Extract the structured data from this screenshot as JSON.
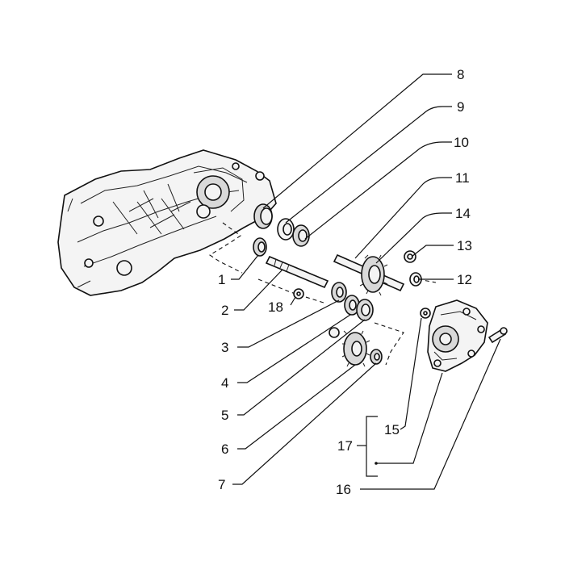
{
  "diagram": {
    "callouts": [
      {
        "id": "n1",
        "text": "1"
      },
      {
        "id": "n2",
        "text": "2"
      },
      {
        "id": "n3",
        "text": "3"
      },
      {
        "id": "n4",
        "text": "4"
      },
      {
        "id": "n5",
        "text": "5"
      },
      {
        "id": "n6",
        "text": "6"
      },
      {
        "id": "n7",
        "text": "7"
      },
      {
        "id": "n8",
        "text": "8"
      },
      {
        "id": "n9",
        "text": "9"
      },
      {
        "id": "n10",
        "text": "10"
      },
      {
        "id": "n11",
        "text": "11"
      },
      {
        "id": "n12",
        "text": "12"
      },
      {
        "id": "n13",
        "text": "13"
      },
      {
        "id": "n14",
        "text": "14"
      },
      {
        "id": "n15",
        "text": "15"
      },
      {
        "id": "n16",
        "text": "16"
      },
      {
        "id": "n17",
        "text": "17"
      },
      {
        "id": "n18",
        "text": "18"
      }
    ]
  }
}
